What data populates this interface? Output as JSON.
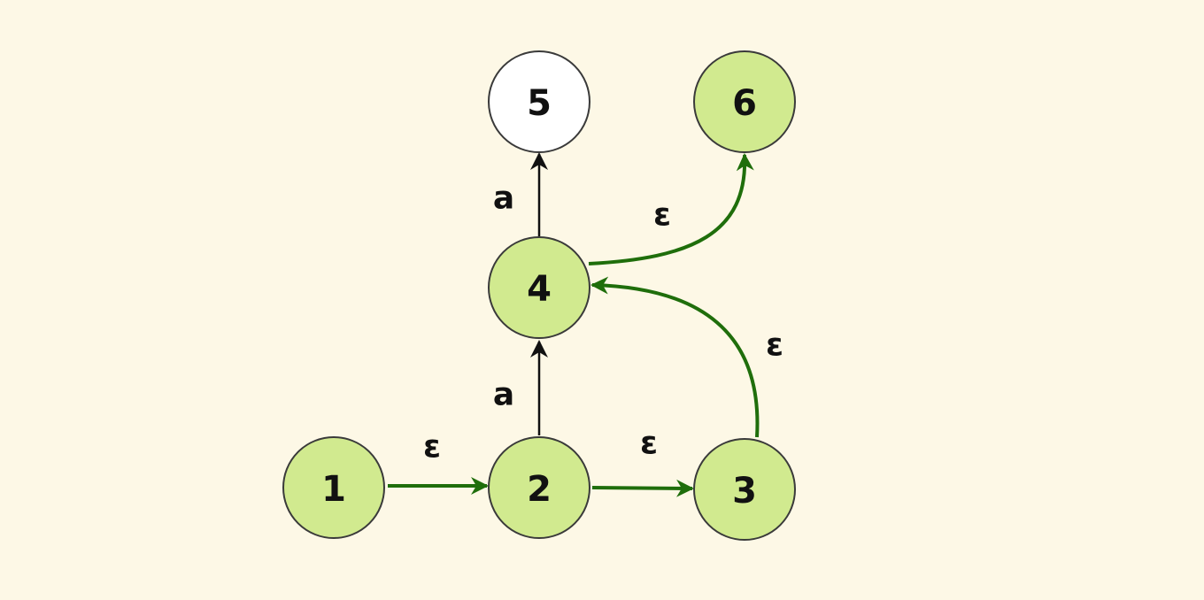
{
  "colors": {
    "background": "#fdf8e6",
    "highlighted_fill": "#d1ea8f",
    "normal_fill": "#ffffff",
    "node_stroke": "#3a3a3a",
    "epsilon_edge": "#1f6e0b",
    "symbol_edge": "#111111"
  },
  "nodes": [
    {
      "id": "1",
      "label": "1",
      "highlighted": true
    },
    {
      "id": "2",
      "label": "2",
      "highlighted": true
    },
    {
      "id": "3",
      "label": "3",
      "highlighted": true
    },
    {
      "id": "4",
      "label": "4",
      "highlighted": true
    },
    {
      "id": "5",
      "label": "5",
      "highlighted": false
    },
    {
      "id": "6",
      "label": "6",
      "highlighted": true
    }
  ],
  "edges": [
    {
      "id": "1-2",
      "from": "1",
      "to": "2",
      "label": "ε",
      "kind": "epsilon"
    },
    {
      "id": "2-3",
      "from": "2",
      "to": "3",
      "label": "ε",
      "kind": "epsilon"
    },
    {
      "id": "2-4",
      "from": "2",
      "to": "4",
      "label": "a",
      "kind": "symbol"
    },
    {
      "id": "3-4",
      "from": "3",
      "to": "4",
      "label": "ε",
      "kind": "epsilon"
    },
    {
      "id": "4-5",
      "from": "4",
      "to": "5",
      "label": "a",
      "kind": "symbol"
    },
    {
      "id": "4-6",
      "from": "4",
      "to": "6",
      "label": "ε",
      "kind": "epsilon"
    }
  ]
}
